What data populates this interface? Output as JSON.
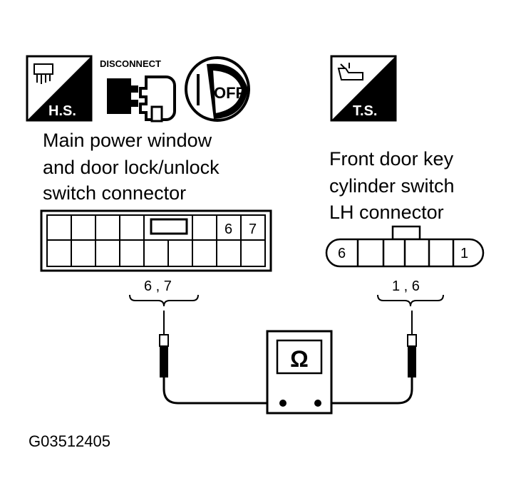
{
  "icons": {
    "hs_label": "H.S.",
    "disconnect_label": "DISCONNECT",
    "off_label": "OFF",
    "ts_label": "T.S."
  },
  "left_connector": {
    "title_lines": [
      "Main power window",
      "and door lock/unlock",
      "switch connector"
    ],
    "pins": [
      "6",
      "7"
    ],
    "probe_label": "6 , 7"
  },
  "right_connector": {
    "title_lines": [
      "Front door key",
      "cylinder switch",
      "LH connector"
    ],
    "pins": [
      "6",
      "1"
    ],
    "probe_label": "1 , 6"
  },
  "meter": {
    "symbol": "Ω"
  },
  "figure_code": "G03512405"
}
